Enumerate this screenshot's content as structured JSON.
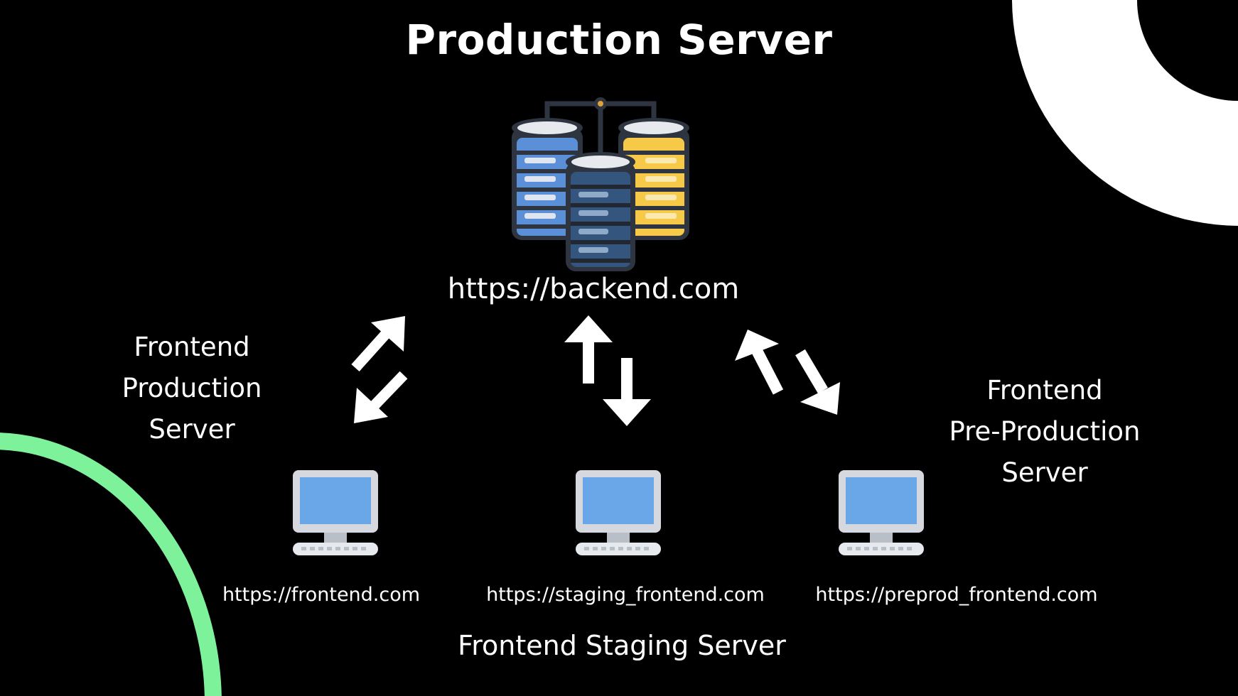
{
  "title": "Production Server",
  "backend": {
    "url": "https://backend.com"
  },
  "servers": {
    "production": {
      "label_lines": [
        "Frontend",
        "Production",
        "Server"
      ],
      "url": "https://frontend.com"
    },
    "staging": {
      "label": "Frontend Staging Server",
      "url": "https://staging_frontend.com"
    },
    "preproduction": {
      "label_lines": [
        "Frontend",
        "Pre-Production",
        "Server"
      ],
      "url": "https://preprod_frontend.com"
    }
  },
  "colors": {
    "background": "#000000",
    "text": "#ffffff",
    "accent_green": "#7ef29a",
    "db_blue": "#5b8fd8",
    "db_navy": "#34557e",
    "db_yellow": "#f7c948",
    "monitor_frame": "#d5d9df",
    "monitor_screen": "#6aa7e8"
  },
  "icons": [
    "database-cluster-icon",
    "desktop-computer-icon",
    "bidirectional-arrow-icon"
  ]
}
